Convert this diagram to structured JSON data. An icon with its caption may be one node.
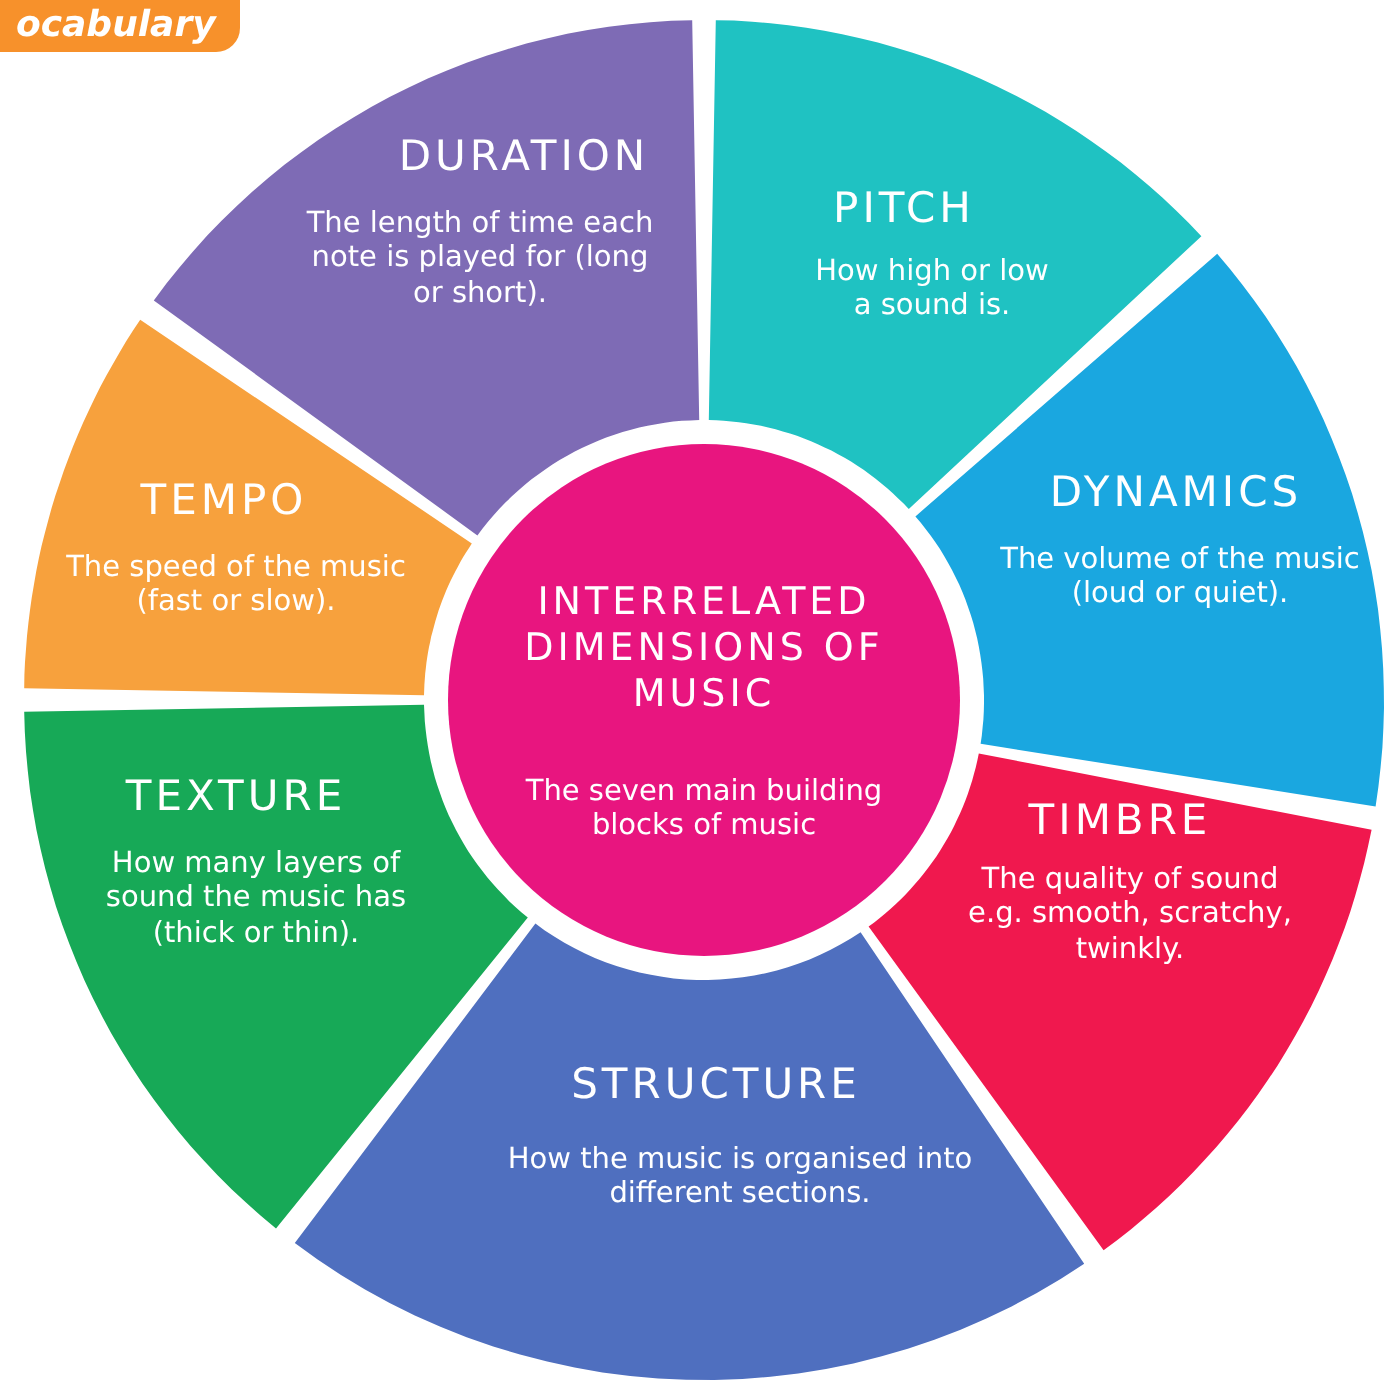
{
  "diagram": {
    "nodes": [
      {
        "text": [
          "INTERRELATED DIMENSIONS OF MUSIC",
          "The seven main building blocks of music"
        ]
      },
      {
        "text": [
          "DURATION",
          "The length of time each note is played for (long or short)."
        ]
      },
      {
        "text": [
          "PITCH",
          "How high or low a sound is."
        ]
      },
      {
        "text": [
          "DYNAMICS",
          "The volume of the music (loud or quiet)."
        ]
      },
      {
        "text": [
          "TIMBRE",
          "The quality of sound e.g. smooth, scratchy, twinkly."
        ]
      },
      {
        "text": [
          "STRUCTURE",
          "How the music is organised into different sections."
        ]
      },
      {
        "text": [
          "TEXTURE",
          "How many layers of sound the music has (thick or thin)."
        ]
      },
      {
        "text": [
          "TEMPO",
          "The speed of the music (fast or slow)."
        ]
      }
    ],
    "labels": [
      "ocabulary"
    ]
  }
}
